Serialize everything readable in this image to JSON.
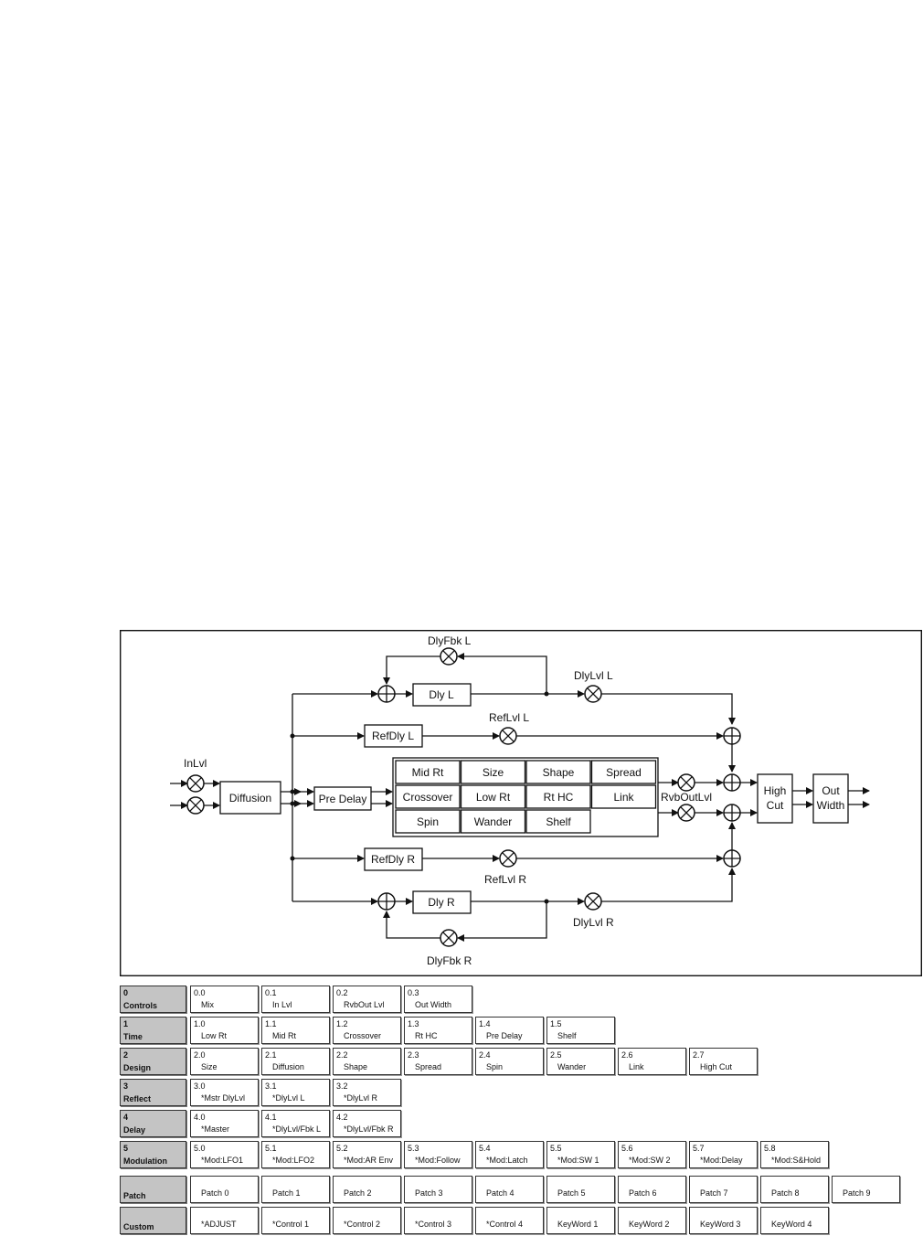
{
  "diagram": {
    "labels": {
      "dly_fbk_l": "DlyFbk L",
      "dly_lvl_l": "DlyLvl L",
      "ref_lvl_l": "RefLvl L",
      "in_lvl": "InLvl",
      "rvb_out_lvl": "RvbOutLvl",
      "ref_lvl_r": "RefLvl R",
      "dly_lvl_r": "DlyLvl R",
      "dly_fbk_r": "DlyFbk R"
    },
    "blocks": {
      "dly_l": "Dly L",
      "ref_dly_l": "RefDly L",
      "diffusion": "Diffusion",
      "pre_delay": "Pre Delay",
      "ref_dly_r": "RefDly R",
      "dly_r": "Dly R",
      "high_cut_1": "High",
      "high_cut_2": "Cut",
      "out_width_1": "Out",
      "out_width_2": "Width"
    },
    "reverb_grid": [
      [
        "Mid Rt",
        "Size",
        "Shape",
        "Spread"
      ],
      [
        "Crossover",
        "Low Rt",
        "Rt HC",
        "Link"
      ],
      [
        "Spin",
        "Wander",
        "Shelf",
        ""
      ]
    ]
  },
  "param_table": [
    {
      "num": "0",
      "name": "Controls",
      "cells": [
        {
          "id": "0.0",
          "name": "Mix"
        },
        {
          "id": "0.1",
          "name": "In Lvl"
        },
        {
          "id": "0.2",
          "name": "RvbOut Lvl"
        },
        {
          "id": "0.3",
          "name": "Out Width"
        }
      ]
    },
    {
      "num": "1",
      "name": "Time",
      "cells": [
        {
          "id": "1.0",
          "name": "Low Rt"
        },
        {
          "id": "1.1",
          "name": "Mid Rt"
        },
        {
          "id": "1.2",
          "name": "Crossover"
        },
        {
          "id": "1.3",
          "name": "Rt HC"
        },
        {
          "id": "1.4",
          "name": "Pre Delay"
        },
        {
          "id": "1.5",
          "name": "Shelf"
        }
      ]
    },
    {
      "num": "2",
      "name": "Design",
      "cells": [
        {
          "id": "2.0",
          "name": "Size"
        },
        {
          "id": "2.1",
          "name": "Diffusion"
        },
        {
          "id": "2.2",
          "name": "Shape"
        },
        {
          "id": "2.3",
          "name": "Spread"
        },
        {
          "id": "2.4",
          "name": "Spin"
        },
        {
          "id": "2.5",
          "name": "Wander"
        },
        {
          "id": "2.6",
          "name": "Link"
        },
        {
          "id": "2.7",
          "name": "High Cut"
        }
      ]
    },
    {
      "num": "3",
      "name": "Reflect",
      "cells": [
        {
          "id": "3.0",
          "name": "*Mstr DlyLvl"
        },
        {
          "id": "3.1",
          "name": "*DlyLvl L"
        },
        {
          "id": "3.2",
          "name": "*DlyLvl R"
        }
      ]
    },
    {
      "num": "4",
      "name": "Delay",
      "cells": [
        {
          "id": "4.0",
          "name": "*Master"
        },
        {
          "id": "4.1",
          "name": "*DlyLvl/Fbk L"
        },
        {
          "id": "4.2",
          "name": "*DlyLvl/Fbk R"
        }
      ]
    },
    {
      "num": "5",
      "name": "Modulation",
      "cells": [
        {
          "id": "5.0",
          "name": "*Mod:LFO1"
        },
        {
          "id": "5.1",
          "name": "*Mod:LFO2"
        },
        {
          "id": "5.2",
          "name": "*Mod:AR Env"
        },
        {
          "id": "5.3",
          "name": "*Mod:Follow"
        },
        {
          "id": "5.4",
          "name": "*Mod:Latch"
        },
        {
          "id": "5.5",
          "name": "*Mod:SW 1"
        },
        {
          "id": "5.6",
          "name": "*Mod:SW 2"
        },
        {
          "id": "5.7",
          "name": "*Mod:Delay"
        },
        {
          "id": "5.8",
          "name": "*Mod:S&Hold"
        }
      ]
    },
    {
      "num": "",
      "name": "Patch",
      "cells": [
        {
          "id": "",
          "name": "Patch 0"
        },
        {
          "id": "",
          "name": "Patch 1"
        },
        {
          "id": "",
          "name": "Patch 2"
        },
        {
          "id": "",
          "name": "Patch 3"
        },
        {
          "id": "",
          "name": "Patch 4"
        },
        {
          "id": "",
          "name": "Patch 5"
        },
        {
          "id": "",
          "name": "Patch 6"
        },
        {
          "id": "",
          "name": "Patch 7"
        },
        {
          "id": "",
          "name": "Patch 8"
        },
        {
          "id": "",
          "name": "Patch 9"
        }
      ]
    },
    {
      "num": "",
      "name": "Custom",
      "cells": [
        {
          "id": "",
          "name": "*ADJUST"
        },
        {
          "id": "",
          "name": "*Control 1"
        },
        {
          "id": "",
          "name": "*Control 2"
        },
        {
          "id": "",
          "name": "*Control 3"
        },
        {
          "id": "",
          "name": "*Control 4"
        },
        {
          "id": "",
          "name": "KeyWord 1"
        },
        {
          "id": "",
          "name": "KeyWord 2"
        },
        {
          "id": "",
          "name": "KeyWord 3"
        },
        {
          "id": "",
          "name": "KeyWord 4"
        }
      ]
    }
  ]
}
